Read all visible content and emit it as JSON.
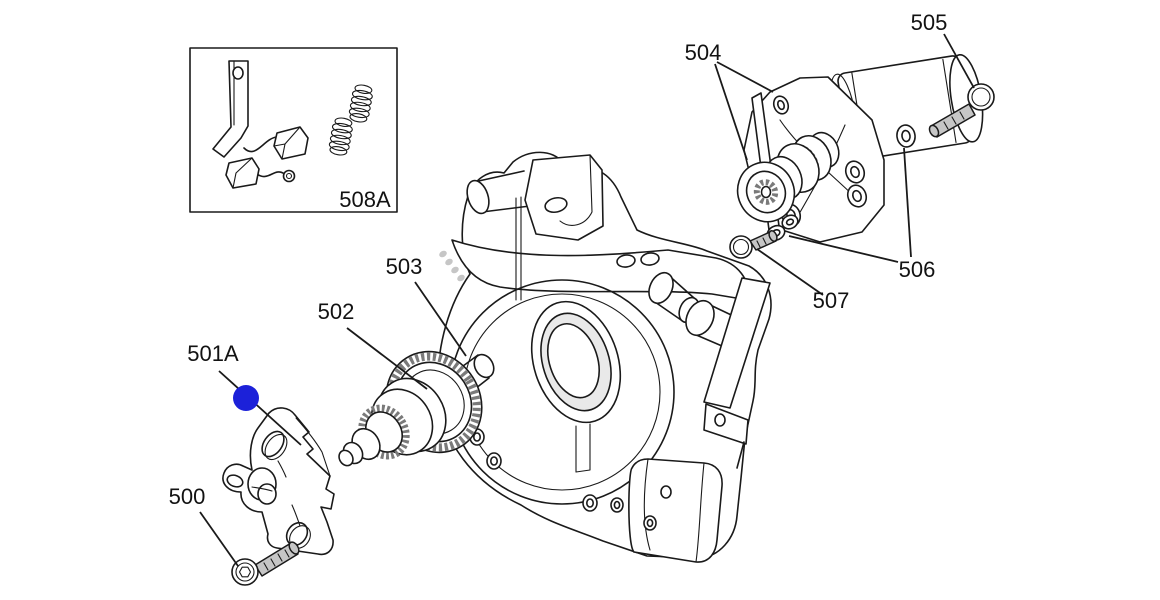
{
  "diagram": {
    "type": "exploded-parts-diagram",
    "background": "#ffffff",
    "line_color": "#1a1a1a",
    "shade_color": "#c6c6c6"
  },
  "selection": {
    "selected_label": "501A",
    "marker_color": "#1c21d9"
  },
  "labels": {
    "l500": {
      "text": "500"
    },
    "l501A": {
      "text": "501A"
    },
    "l502": {
      "text": "502"
    },
    "l503": {
      "text": "503"
    },
    "l504": {
      "text": "504"
    },
    "l505": {
      "text": "505"
    },
    "l506": {
      "text": "506"
    },
    "l507": {
      "text": "507"
    },
    "l508A": {
      "text": "508A"
    }
  }
}
